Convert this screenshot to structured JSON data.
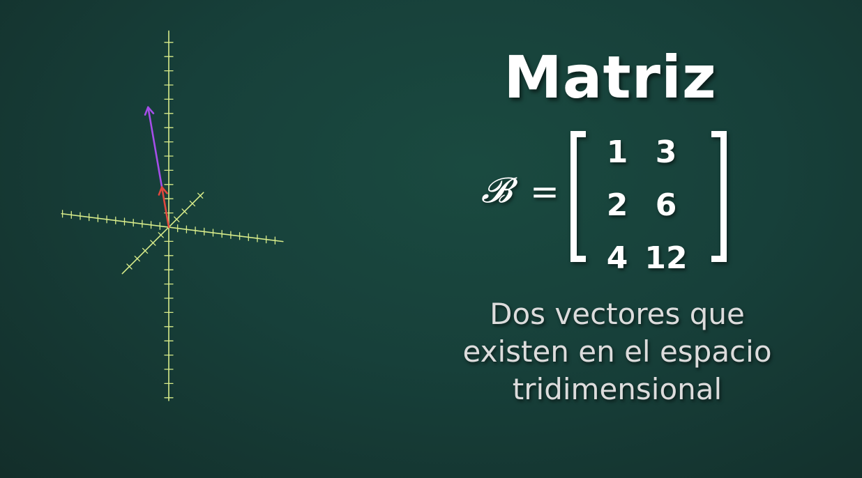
{
  "title": "Matriz",
  "matrix": {
    "name": "𝓑",
    "equals": "=",
    "rows": [
      [
        "1",
        "3"
      ],
      [
        "2",
        "6"
      ],
      [
        "4",
        "12"
      ]
    ]
  },
  "caption": {
    "lines": [
      "Dos vectores que",
      "existen en el espacio",
      "tridimensional"
    ]
  },
  "vectors": [
    {
      "name": "vector-1",
      "components": [
        1,
        2,
        4
      ],
      "color": "#e0483e"
    },
    {
      "name": "vector-2",
      "components": [
        3,
        6,
        12
      ],
      "color": "#a54ee8"
    }
  ],
  "colors": {
    "axes": "#d8ec8a",
    "vector_1": "#e0483e",
    "vector_2": "#a54ee8"
  }
}
